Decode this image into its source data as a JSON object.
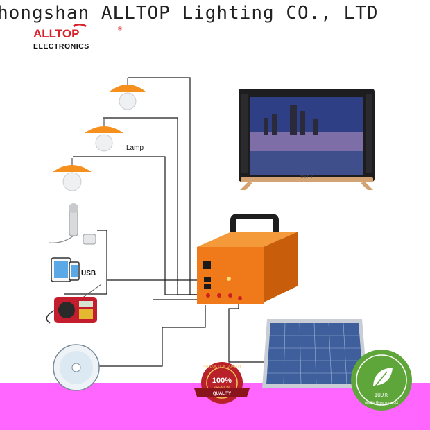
{
  "banner": {
    "text": "hongshan ALLTOP Lighting CO., LTD"
  },
  "logo": {
    "brand": "ALLTOP",
    "registered": "®",
    "subtitle": "ELECTRONICS"
  },
  "labels": {
    "lamp": "Lamp",
    "usb": "USB"
  },
  "tv": {
    "brand": "GOLD X"
  },
  "seal": {
    "line1": "PRODUCTION QUALITY",
    "big": "100%",
    "line2": "PREMIUM",
    "line3": "QUALITY"
  },
  "eco_badge": {
    "percent": "100%",
    "text": "quality Green product"
  },
  "colors": {
    "box_orange": "#f07a1a",
    "lamp_orange": "#f5901e",
    "pink_band": "#ff66ff",
    "wire": "#1a1a1a",
    "panel_blue": "#4a6aa8",
    "logo_red": "#d8222a"
  }
}
